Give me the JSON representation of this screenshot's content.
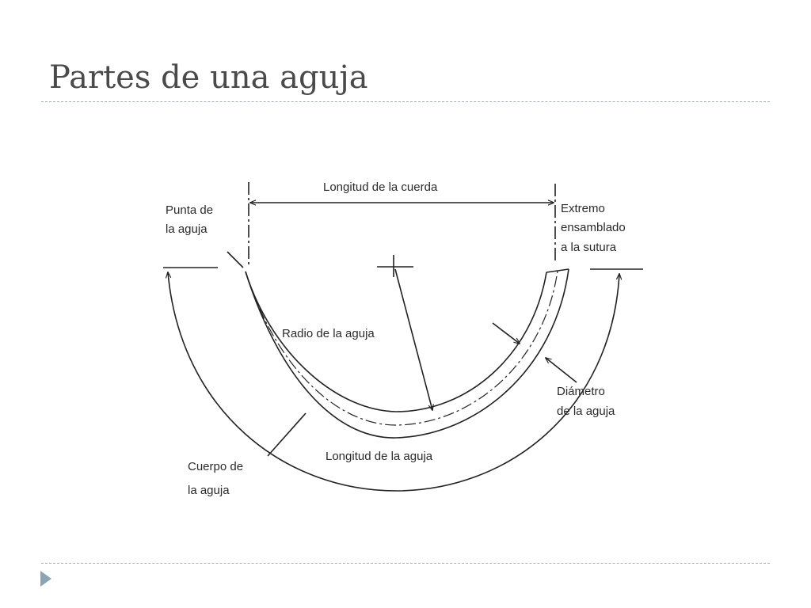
{
  "slide": {
    "title": "Partes de una aguja"
  },
  "diagram": {
    "labels": {
      "chord_length": "Longitud de la cuerda",
      "point_line1": "Punta de",
      "point_line2": "la aguja",
      "swage_line1": "Extremo",
      "swage_line2": "ensamblado",
      "swage_line3": "a la sutura",
      "radius": "Radio de la aguja",
      "diameter_line1": "Diámetro",
      "diameter_line2": "de la aguja",
      "needle_length": "Longitud de la aguja",
      "body_line1": "Cuerpo de",
      "body_line2": "la aguja"
    }
  },
  "colors": {
    "title": "#4a4a4a",
    "line": "#222222",
    "rule": "#9fb0b8",
    "bullet": "#8aa4b4"
  }
}
